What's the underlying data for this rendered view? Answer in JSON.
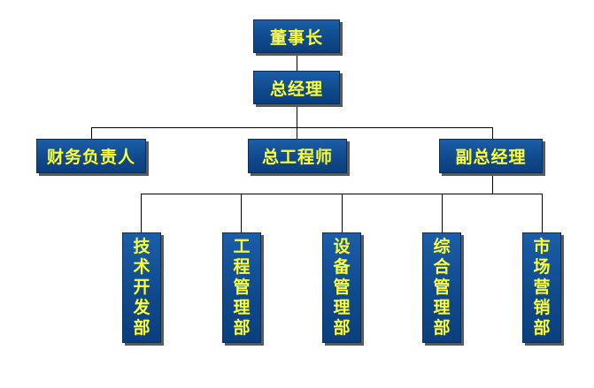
{
  "chairman": "董事长",
  "general_manager": "总经理",
  "finance_head": "财务负责人",
  "chief_engineer": "总工程师",
  "deputy_general_manager": "副总经理",
  "departments": [
    "技术开发部",
    "工程管理部",
    "设备管理部",
    "综合管理部",
    "市场营销部"
  ],
  "colors": {
    "box_fill": "#0f4a8d",
    "box_text": "#ffff33",
    "line": "#000000",
    "shadow": "#5a5a5a"
  }
}
